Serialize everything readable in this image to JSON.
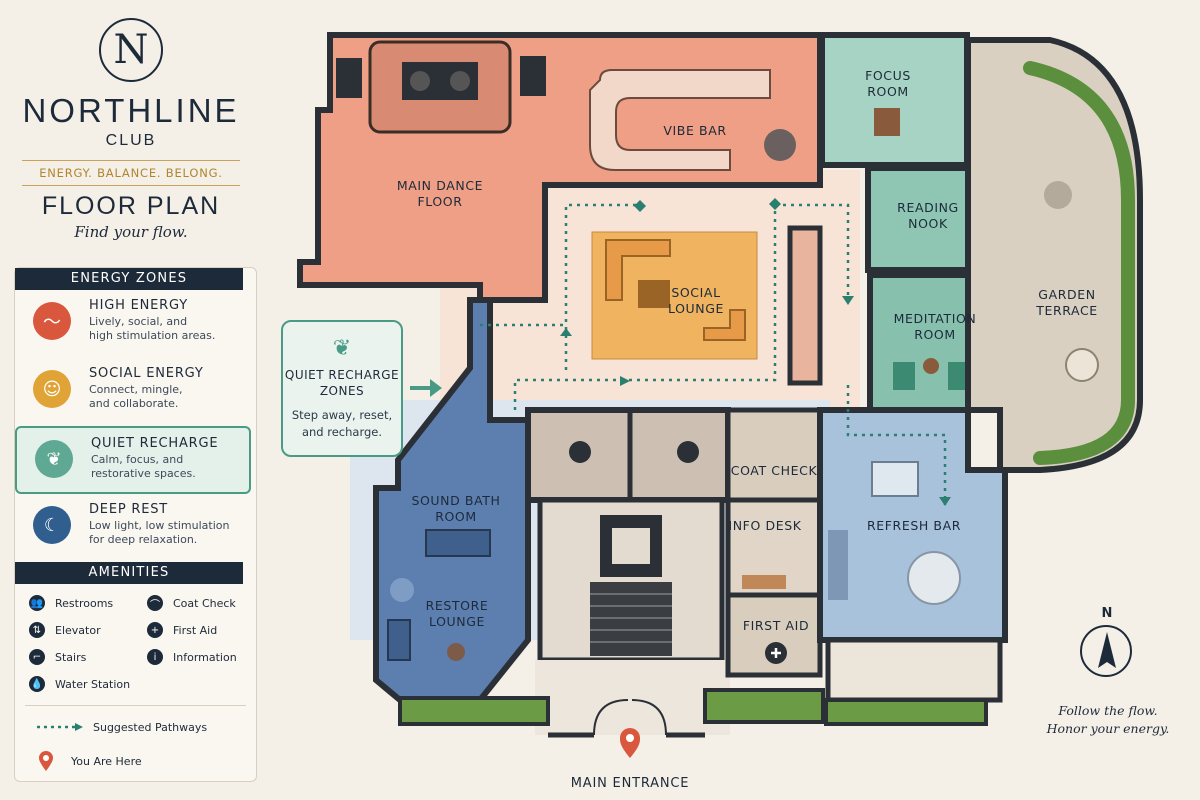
{
  "brand": {
    "logo_letter": "N",
    "name": "NORTHLINE",
    "sub": "CLUB",
    "tagline": "ENERGY. BALANCE. BELONG.",
    "plan_title": "FLOOR PLAN",
    "plan_subtitle": "Find your flow."
  },
  "legend": {
    "zones_header": "ENERGY ZONES",
    "zones": [
      {
        "title": "HIGH ENERGY",
        "desc1": "Lively, social, and",
        "desc2": "high stimulation areas.",
        "icon": "pulse-icon",
        "color": "#d9573d"
      },
      {
        "title": "SOCIAL ENERGY",
        "desc1": "Connect, mingle,",
        "desc2": "and collaborate.",
        "icon": "people-icon",
        "color": "#e0a336"
      },
      {
        "title": "QUIET RECHARGE",
        "desc1": "Calm, focus, and",
        "desc2": "restorative spaces.",
        "icon": "leaf-icon",
        "color": "#5fa893"
      },
      {
        "title": "DEEP REST",
        "desc1": "Low light, low stimulation",
        "desc2": "for deep relaxation.",
        "icon": "moon-icon",
        "color": "#2f5e8f"
      }
    ],
    "amenities_header": "AMENITIES",
    "amenities": [
      {
        "label": "Restrooms",
        "glyph": "👥",
        "icon": "restroom-icon"
      },
      {
        "label": "Coat Check",
        "glyph": "⌒",
        "icon": "hanger-icon"
      },
      {
        "label": "Elevator",
        "glyph": "⇅",
        "icon": "elevator-icon"
      },
      {
        "label": "First Aid",
        "glyph": "+",
        "icon": "first-aid-icon"
      },
      {
        "label": "Stairs",
        "glyph": "⌐",
        "icon": "stairs-icon"
      },
      {
        "label": "Information",
        "glyph": "i",
        "icon": "info-icon"
      },
      {
        "label": "Water Station",
        "glyph": "💧",
        "icon": "water-drop-icon"
      }
    ],
    "pathway_label": "Suggested Pathways",
    "you_are_here_label": "You Are Here"
  },
  "rooms": {
    "main_dance_floor": [
      "MAIN DANCE",
      "FLOOR"
    ],
    "vibe_bar": [
      "VIBE BAR"
    ],
    "focus_room": [
      "FOCUS",
      "ROOM"
    ],
    "reading_nook": [
      "READING",
      "NOOK"
    ],
    "meditation_room": [
      "MEDITATION",
      "ROOM"
    ],
    "garden_terrace": [
      "GARDEN",
      "TERRACE"
    ],
    "social_lounge": [
      "SOCIAL",
      "LOUNGE"
    ],
    "coat_check": [
      "COAT CHECK"
    ],
    "info_desk": [
      "INFO DESK"
    ],
    "first_aid": [
      "FIRST AID"
    ],
    "refresh_bar": [
      "REFRESH BAR"
    ],
    "sound_bath_room": [
      "SOUND BATH",
      "ROOM"
    ],
    "restore_lounge": [
      "RESTORE",
      "LOUNGE"
    ]
  },
  "callout": {
    "title1": "QUIET RECHARGE",
    "title2": "ZONES",
    "desc1": "Step away, reset,",
    "desc2": "and recharge."
  },
  "compass_label": "N",
  "motto": {
    "line1": "Follow the flow.",
    "line2": "Honor your energy."
  },
  "entrance_label": "MAIN ENTRANCE",
  "colors": {
    "high": "#e99a83",
    "social": "#f2c98f",
    "quiet": "#9fcfbf",
    "rest": "#7ea3c7",
    "wall": "#2b2f36",
    "navy": "#1d2a3a",
    "teal": "#4a9b86",
    "pin": "#d9573d",
    "terrace": "#d9d0c2"
  }
}
